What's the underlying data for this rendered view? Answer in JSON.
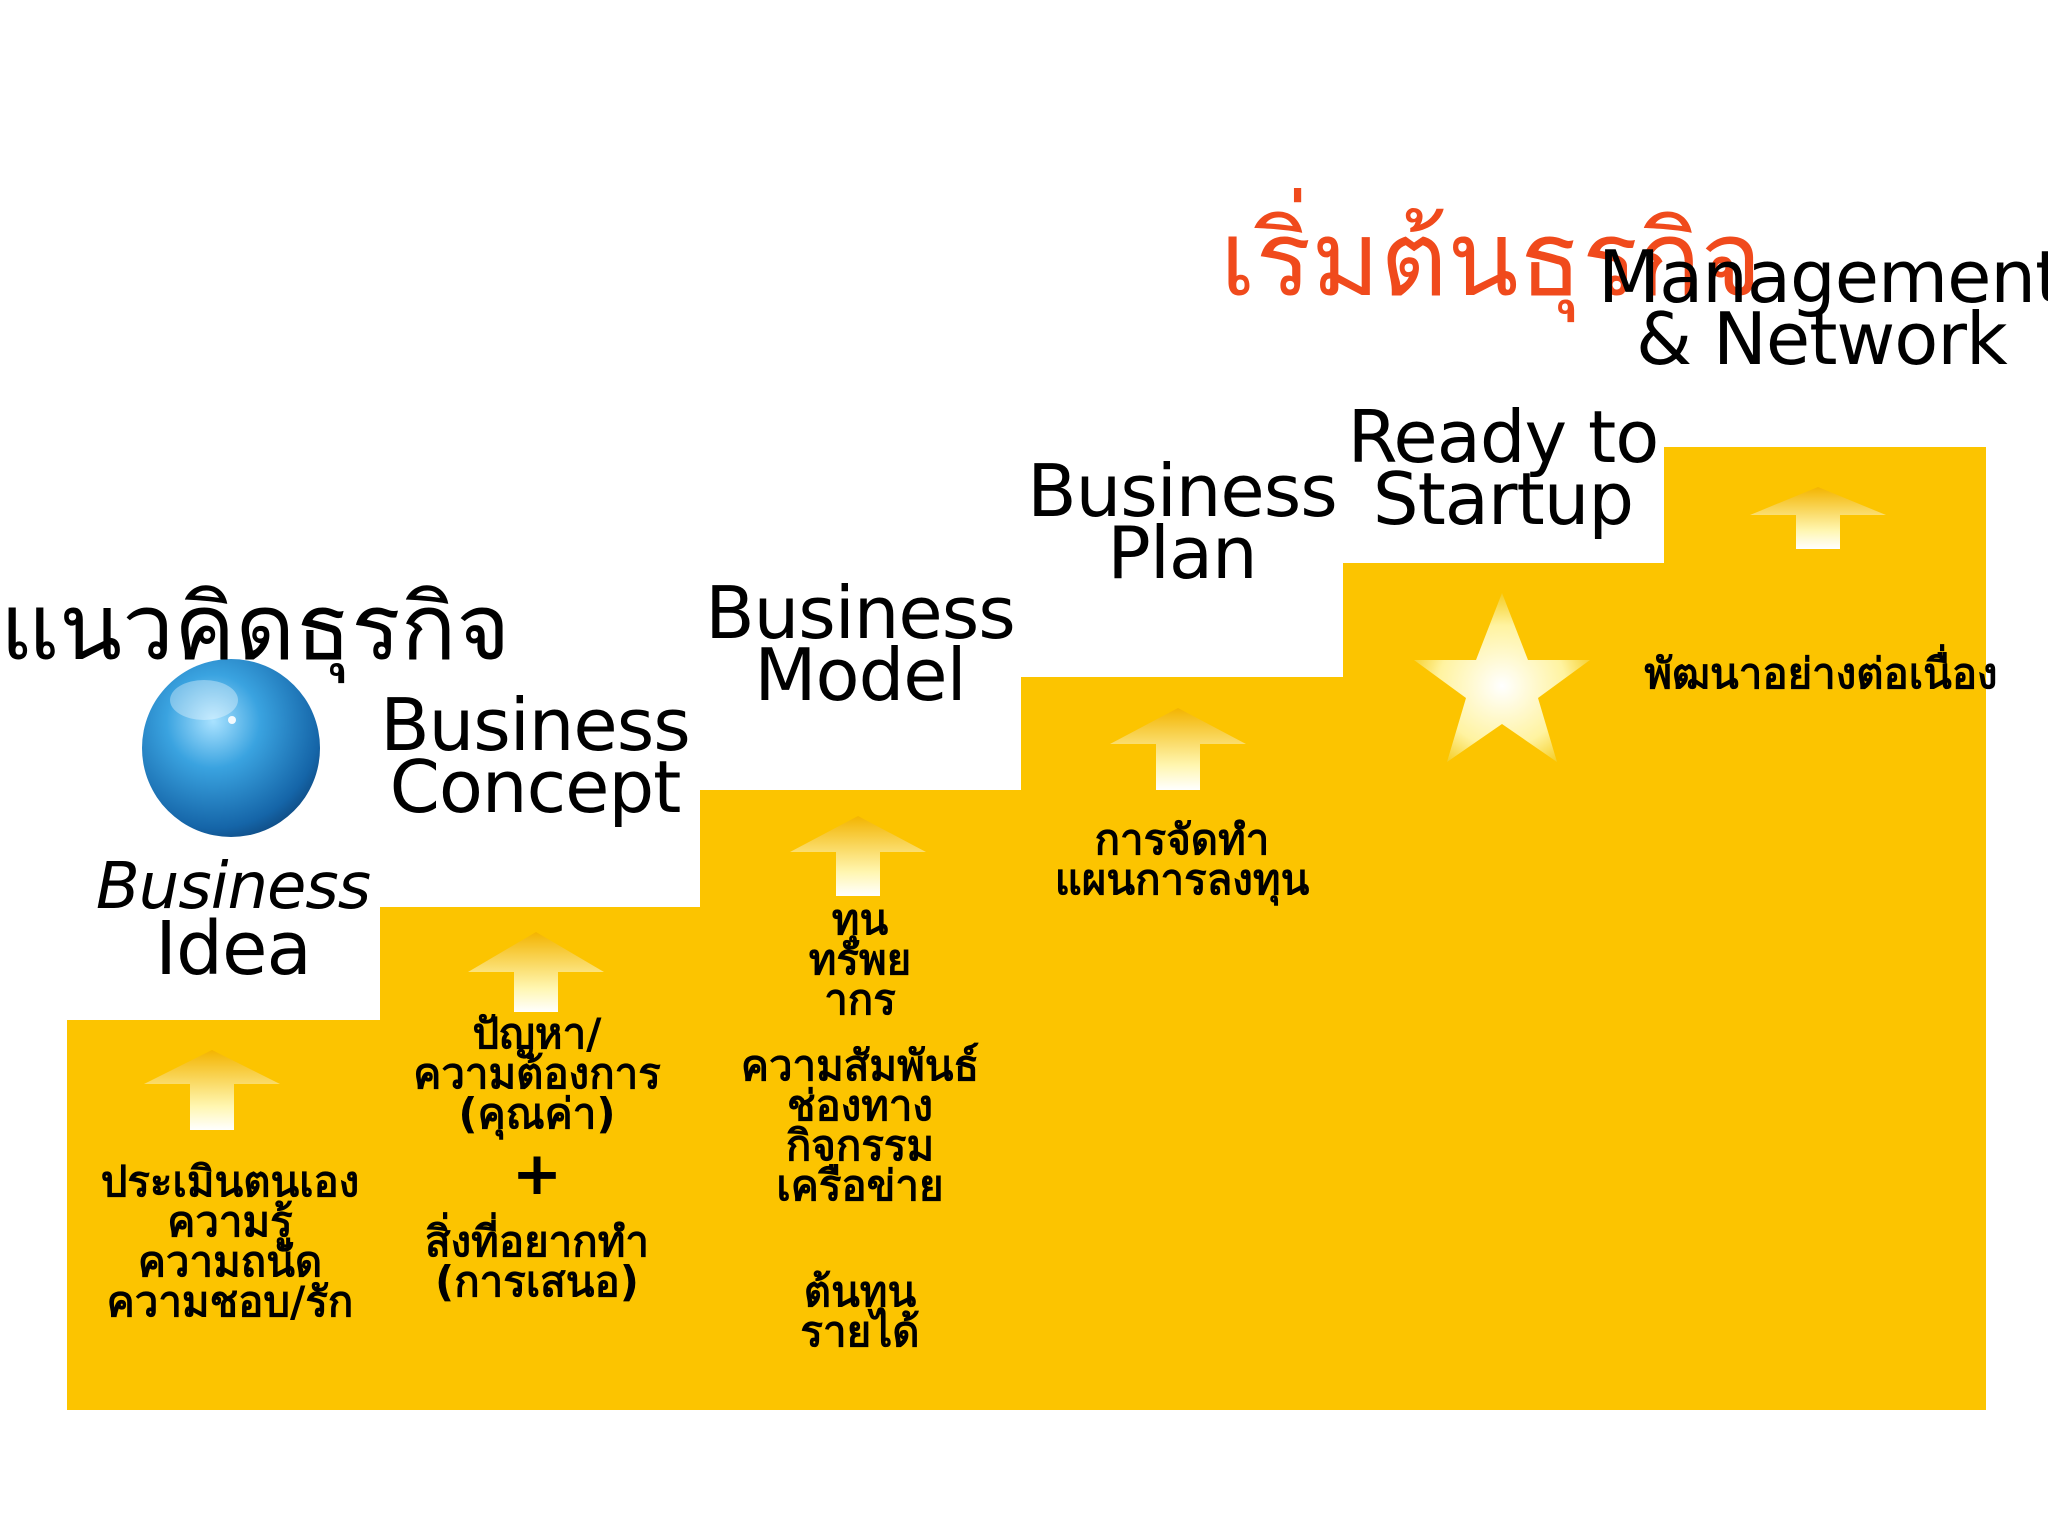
{
  "colors": {
    "stair_top": "#c83500",
    "stair_mid": "#e87a00",
    "stair_bottom": "#fcc400",
    "title_red": "#f04a1c",
    "arrow_fill": "#fff6b0",
    "star_fill": "#fff3a0",
    "sphere": "#2a8fd0"
  },
  "title_main": "เริ่มต้นธุรกิจ",
  "title_left": "แนวคิดธุรกิจ",
  "steps": [
    {
      "heading": [
        "Business",
        "Idea"
      ],
      "details": [
        "ประเมินตนเอง",
        "ความรู้",
        "ความถนัด",
        "ความชอบ/รัก"
      ],
      "icon": "up-arrow-icon"
    },
    {
      "heading": [
        "Business",
        "Concept"
      ],
      "details_top": [
        "ปัญหา/",
        "ความต้องการ",
        "(คุณค่า)"
      ],
      "plus": "+",
      "details_bottom": [
        "สิ่งที่อยากทำ",
        "(การเสนอ)"
      ],
      "icon": "up-arrow-icon"
    },
    {
      "heading": [
        "Business",
        "Model"
      ],
      "details_a": [
        "ทุน",
        "ทรัพย",
        "ากร"
      ],
      "details_b": [
        "ความสัมพันธ์",
        "ช่องทาง",
        "กิจกรรม",
        "เครือข่าย"
      ],
      "details_c": [
        "ต้นทุน",
        "รายได้"
      ],
      "icon": "up-arrow-icon"
    },
    {
      "heading": [
        "Business",
        "Plan"
      ],
      "details": [
        "การจัดทำ",
        "แผนการลงทุน"
      ],
      "icon": "up-arrow-icon"
    },
    {
      "heading": [
        "Ready to",
        "Startup"
      ],
      "icon": "star-icon"
    },
    {
      "heading": [
        "Management",
        "& Network"
      ],
      "details": [
        "พัฒนาอย่างต่อเนื่อง"
      ],
      "icon": "up-arrow-icon"
    }
  ]
}
